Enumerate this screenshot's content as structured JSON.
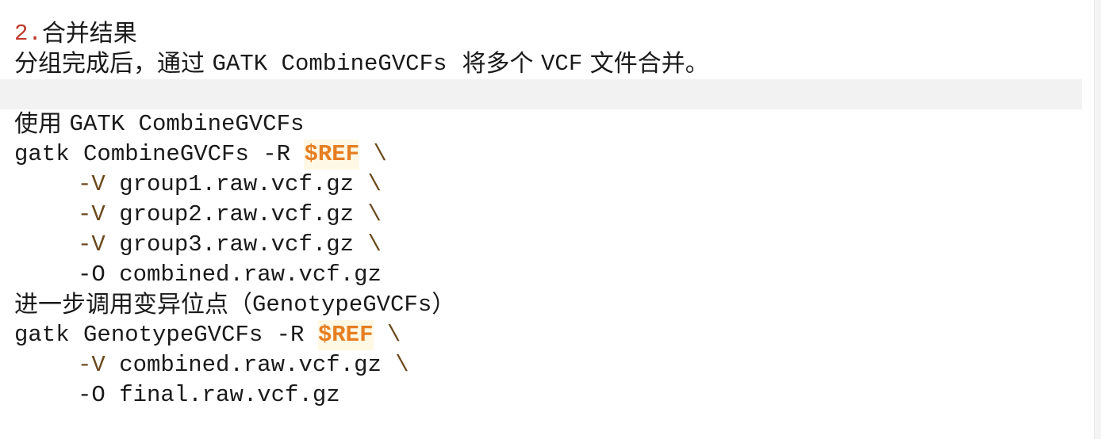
{
  "section": {
    "number": "2.",
    "title": "合并结果"
  },
  "intro": {
    "pre": "分组完成后，通过 ",
    "cmd": "GATK CombineGVCFs",
    "mid": "  将多个 ",
    "fmt": "VCF",
    "post": " 文件合并。"
  },
  "block1": {
    "heading_cjk": "使用 ",
    "heading_mono": "GATK CombineGVCFs",
    "cmd": "gatk CombineGVCFs -R ",
    "var": "$REF",
    "bs": " \\",
    "lines": [
      {
        "flag": "-V",
        "arg": " group1.raw.vcf.gz ",
        "bs": "\\"
      },
      {
        "flag": "-V",
        "arg": " group2.raw.vcf.gz ",
        "bs": "\\"
      },
      {
        "flag": "-V",
        "arg": " group3.raw.vcf.gz ",
        "bs": "\\"
      },
      {
        "flag": "-O",
        "arg": " combined.raw.vcf.gz",
        "bs": ""
      }
    ]
  },
  "block2": {
    "heading_cjk": "进一步调用变异位点（",
    "heading_mono": "GenotypeGVCFs",
    "heading_close": "）",
    "cmd": "gatk GenotypeGVCFs -R ",
    "var": "$REF",
    "bs": " \\",
    "lines": [
      {
        "flag": "-V",
        "arg": " combined.raw.vcf.gz ",
        "bs": "\\"
      },
      {
        "flag": "-O",
        "arg": " final.raw.vcf.gz",
        "bs": ""
      }
    ]
  }
}
